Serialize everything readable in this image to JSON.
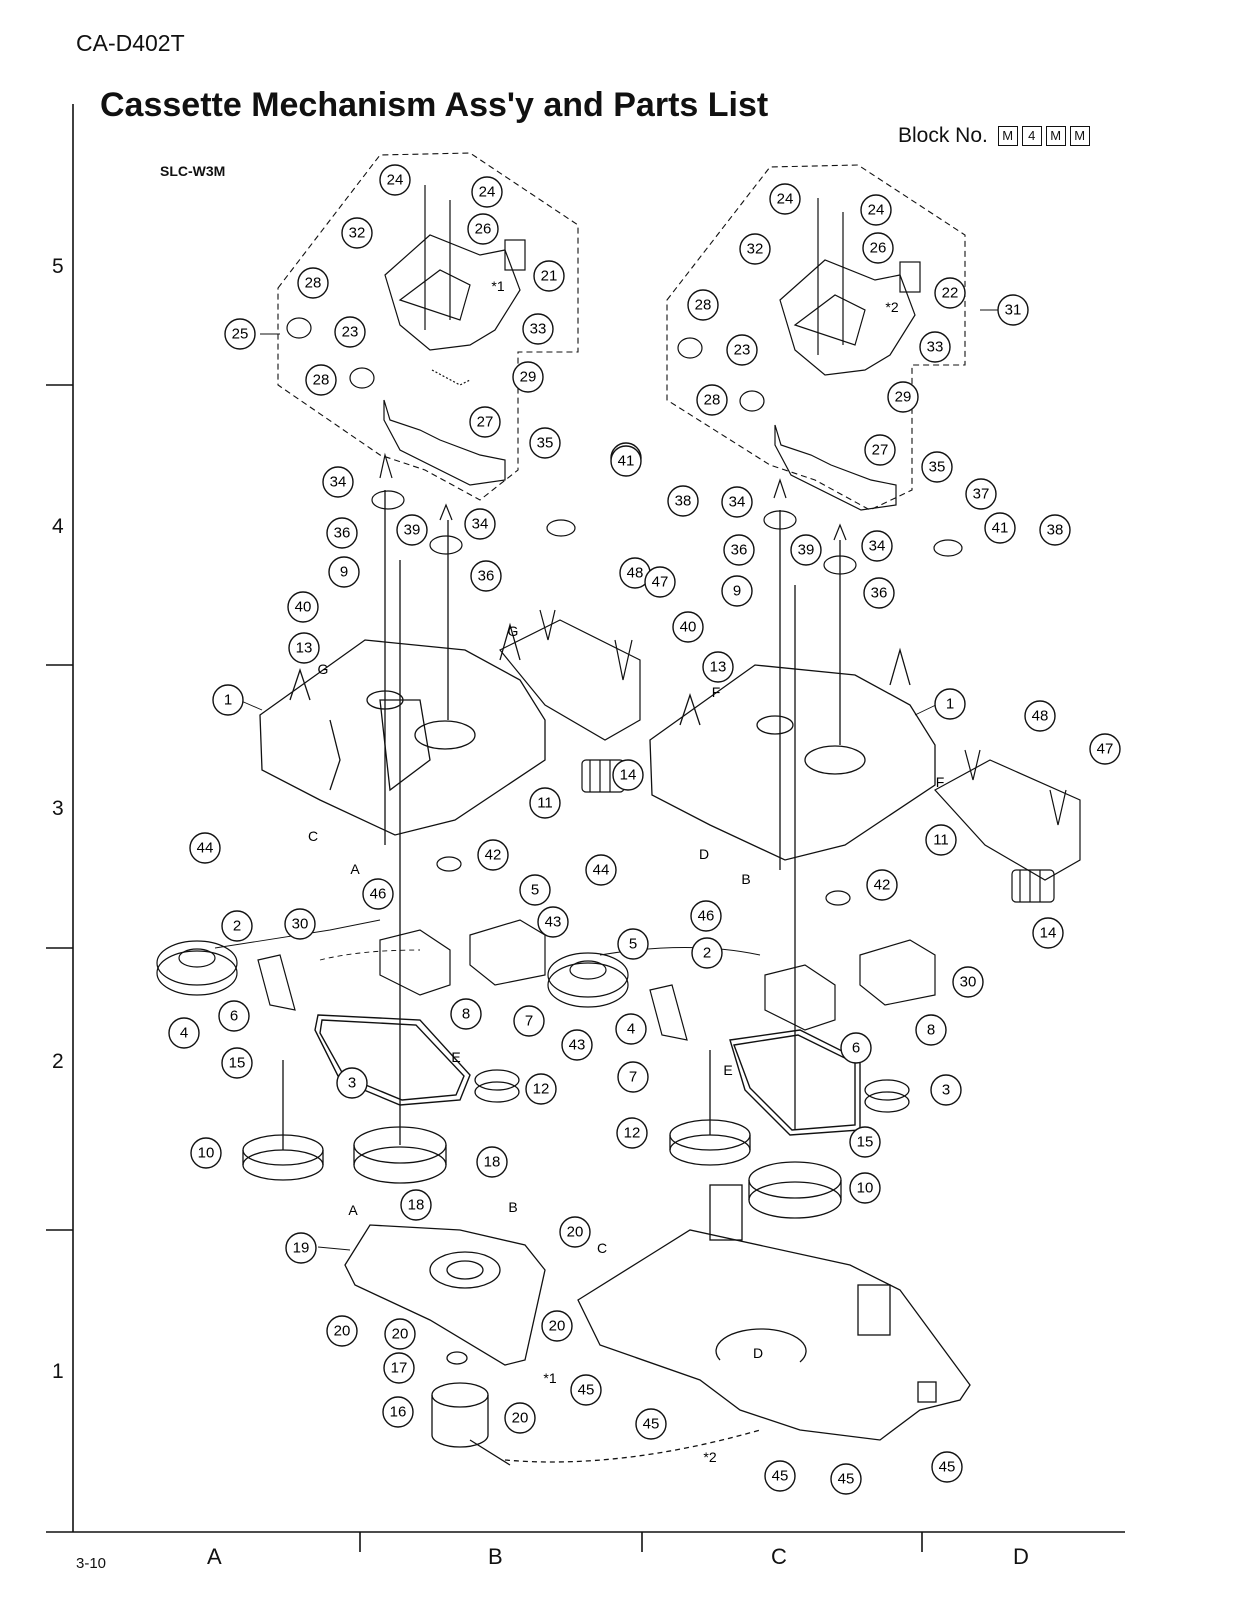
{
  "header": {
    "model": "CA-D402T",
    "title": "Cassette Mechanism Ass'y and Parts List",
    "block_label": "Block No.",
    "block_codes": [
      "M",
      "4",
      "M",
      "M"
    ]
  },
  "diagram": {
    "sublabel": "SLC-W3M",
    "left_mechanism_part_numbers": [
      "24",
      "24",
      "32",
      "26",
      "21",
      "28",
      "25",
      "23",
      "33",
      "28",
      "29",
      "27",
      "35",
      "37",
      "41",
      "38",
      "34",
      "36",
      "39",
      "34",
      "9",
      "40",
      "36",
      "48",
      "47",
      "13",
      "1",
      "14",
      "11",
      "44",
      "42",
      "46",
      "5",
      "2",
      "30",
      "43",
      "4",
      "6",
      "8",
      "7",
      "15",
      "3",
      "12",
      "10"
    ],
    "right_mechanism_part_numbers": [
      "24",
      "24",
      "32",
      "26",
      "22",
      "31",
      "28",
      "23",
      "33",
      "28",
      "29",
      "27",
      "35",
      "37",
      "34",
      "41",
      "38",
      "36",
      "39",
      "34",
      "9",
      "40",
      "36",
      "13",
      "1",
      "48",
      "47",
      "11",
      "44",
      "42",
      "46",
      "5",
      "2",
      "30",
      "43",
      "4",
      "6",
      "8",
      "7",
      "3",
      "12",
      "15",
      "10",
      "14"
    ],
    "base_part_numbers": [
      "18",
      "18",
      "20",
      "19",
      "20",
      "20",
      "20",
      "17",
      "45",
      "16",
      "20",
      "45",
      "45",
      "45",
      "45"
    ],
    "reference_letters": [
      "G",
      "G",
      "F",
      "F",
      "C",
      "A",
      "D",
      "B",
      "E",
      "E",
      "A",
      "B",
      "C",
      "D"
    ],
    "asterisk_labels": [
      "*1",
      "*2",
      "*1",
      "*2"
    ]
  },
  "grid": {
    "columns": [
      "A",
      "B",
      "C",
      "D"
    ],
    "rows": [
      "5",
      "4",
      "3",
      "2",
      "1"
    ]
  },
  "footer": {
    "page_number": "3-10"
  }
}
